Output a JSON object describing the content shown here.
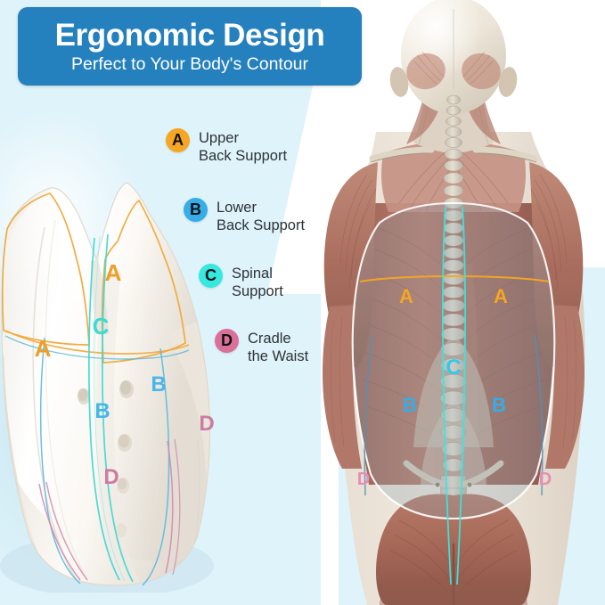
{
  "banner": {
    "title": "Ergonomic Design",
    "subtitle": "Perfect to Your Body's Contour",
    "bg_color": "#2580be",
    "text_color": "#ffffff"
  },
  "colors": {
    "background_panel": "#dff3fa",
    "background_white": "#ffffff",
    "zone_a": "#f5a623",
    "zone_b": "#35ade8",
    "zone_c": "#35e8e0",
    "zone_d": "#d9709a",
    "badge_letter": "#111111",
    "legend_text": "#2e3338"
  },
  "legend": {
    "items": [
      {
        "letter": "A",
        "label": "Upper\nBack Support",
        "color": "#f5a623"
      },
      {
        "letter": "B",
        "label": "Lower\nBack Support",
        "color": "#35ade8"
      },
      {
        "letter": "C",
        "label": "Spinal\nSupport",
        "color": "#35e8e0"
      },
      {
        "letter": "D",
        "label": "Cradle\nthe Waist",
        "color": "#d9709a"
      }
    ]
  },
  "cushion": {
    "name": "lumbar-support-cushion",
    "zone_labels": [
      {
        "letter": "A",
        "color": "#f5a623"
      },
      {
        "letter": "A",
        "color": "#f5a623"
      },
      {
        "letter": "C",
        "color": "#35e8e0"
      },
      {
        "letter": "B",
        "color": "#35ade8"
      },
      {
        "letter": "B",
        "color": "#35ade8"
      },
      {
        "letter": "D",
        "color": "#d9709a"
      },
      {
        "letter": "D",
        "color": "#d9709a"
      }
    ]
  },
  "anatomy": {
    "name": "human-back-muscle-anatomy",
    "zone_labels": [
      {
        "letter": "A",
        "color": "#f5a623"
      },
      {
        "letter": "A",
        "color": "#f5a623"
      },
      {
        "letter": "C",
        "color": "#35e8e0"
      },
      {
        "letter": "B",
        "color": "#35ade8"
      },
      {
        "letter": "B",
        "color": "#35ade8"
      },
      {
        "letter": "D",
        "color": "#d9709a"
      },
      {
        "letter": "D",
        "color": "#d9709a"
      }
    ]
  }
}
